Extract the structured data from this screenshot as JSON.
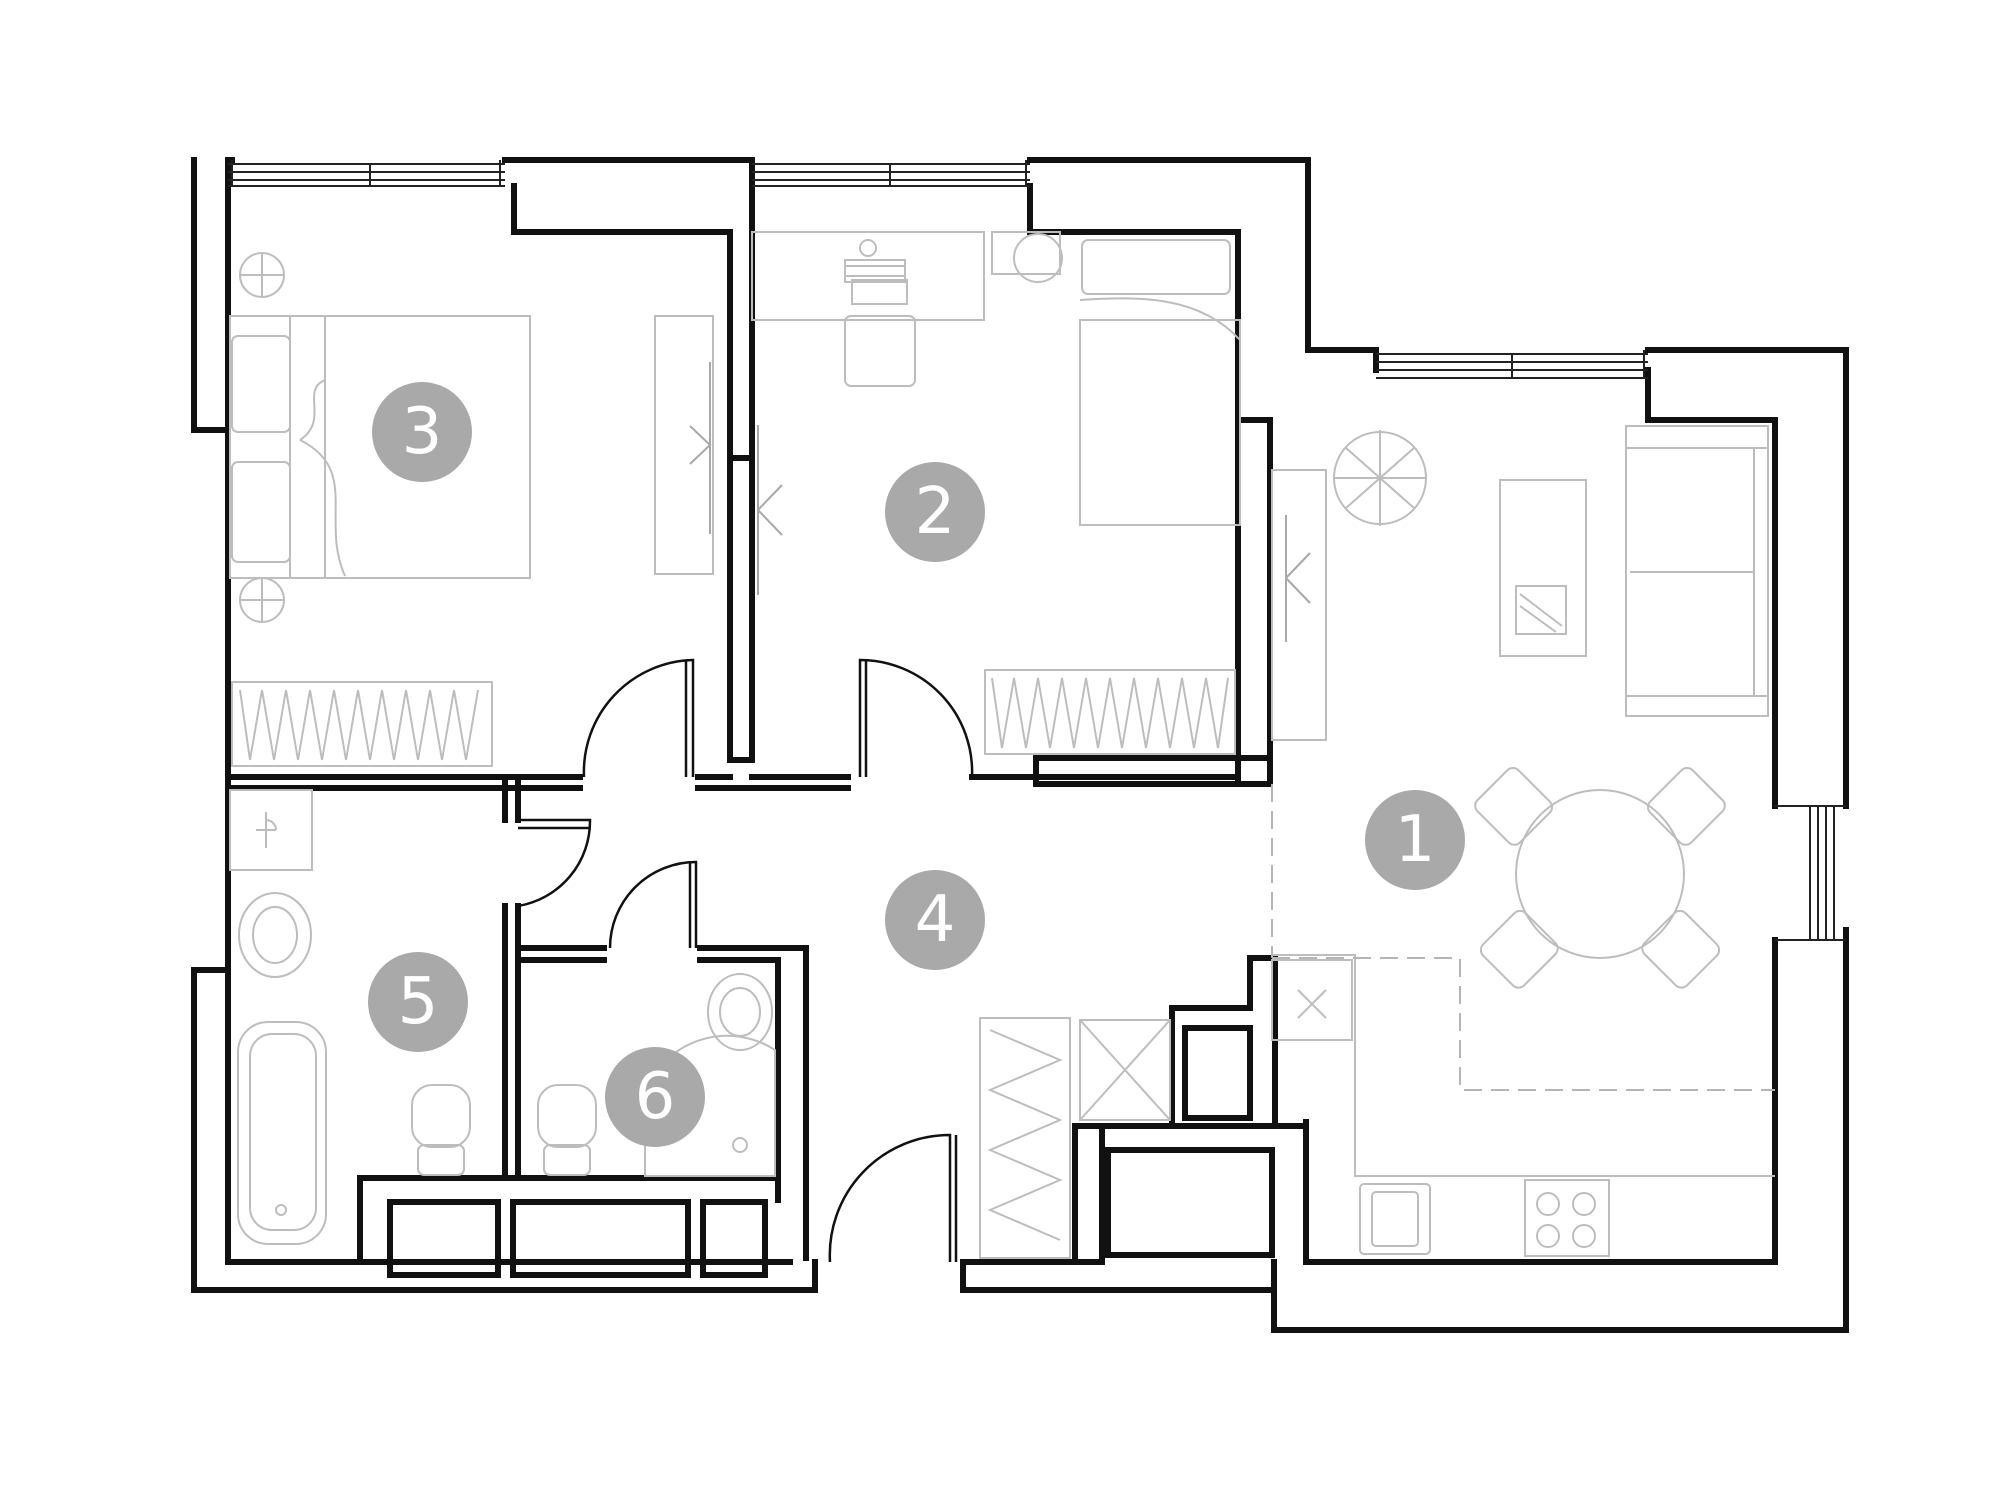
{
  "rooms": [
    {
      "id": "living-kitchen",
      "label": "1"
    },
    {
      "id": "bedroom-child",
      "label": "2"
    },
    {
      "id": "bedroom-master",
      "label": "3"
    },
    {
      "id": "hallway",
      "label": "4"
    },
    {
      "id": "bathroom",
      "label": "5"
    },
    {
      "id": "wc",
      "label": "6"
    }
  ],
  "colors": {
    "wall": "#111111",
    "furniture": "#bdbdbd",
    "badge": "#a9a9a9",
    "badge_text": "#ffffff"
  }
}
